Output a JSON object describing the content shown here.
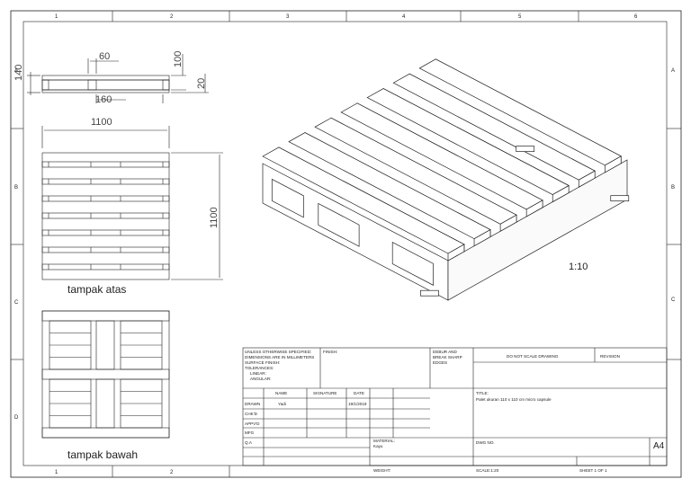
{
  "border": {
    "cols": [
      "1",
      "2",
      "3",
      "4",
      "5",
      "6"
    ],
    "rows": [
      "A",
      "B",
      "C",
      "D"
    ]
  },
  "views": {
    "top_label": "tampak atas",
    "bottom_label": "tampak bawah",
    "scale_label": "1:10"
  },
  "dimensions": {
    "side_height": "140",
    "block_width": "60",
    "side_total": "100",
    "side_block": "20",
    "block_gap": "160",
    "width": "1100",
    "length": "1100"
  },
  "title_block": {
    "general_note": [
      "UNLESS OTHERWISE SPECIFIED:",
      "DIMENSIONS ARE IN MILLIMETERS",
      "SURFACE FINISH:",
      "TOLERANCES:",
      "LINEAR:",
      "ANGULAR:"
    ],
    "finish": "FINISH:",
    "deburr": [
      "DEBUR AND",
      "BREAK SHARP",
      "EDGES"
    ],
    "no_scale": "DO NOT SCALE DRAWING",
    "revision": "REVISION",
    "hdr_name": "NAME",
    "hdr_signature": "SIGNATURE",
    "hdr_date": "DATE",
    "rows": [
      "DRAWN",
      "CHK'D",
      "APPV'D",
      "MFG",
      "Q.A"
    ],
    "drawn_name": "Yadi",
    "drawn_date": "19/1/2019",
    "title_label": "TITLE:",
    "title_value": "Palet ukuran 110 x 110 cm micro capsule",
    "material_label": "MATERIAL:",
    "material_value": "Kayu",
    "dwg_no": "DWG NO.",
    "size": "A4",
    "weight": "WEIGHT:",
    "scale": "SCALE:1:20",
    "sheet": "SHEET 1 OF 1"
  }
}
